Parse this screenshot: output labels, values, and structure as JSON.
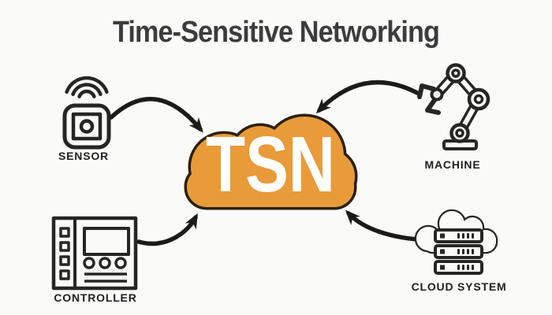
{
  "title": "Time-Sensitive Networking",
  "cloud": {
    "label": "TSN",
    "fill": "#E89B38",
    "stroke": "#2B2014"
  },
  "nodes": [
    {
      "id": "sensor",
      "label": "SENSOR"
    },
    {
      "id": "machine",
      "label": "MACHINE"
    },
    {
      "id": "controller",
      "label": "CONTROLLER"
    },
    {
      "id": "cloud_system",
      "label": "CLOUD SYSTEM"
    }
  ],
  "arrows": [
    {
      "from": "sensor",
      "to": "tsn"
    },
    {
      "from": "machine",
      "to": "tsn"
    },
    {
      "from": "controller",
      "to": "tsn"
    },
    {
      "from": "cloud_system",
      "to": "tsn"
    }
  ],
  "colors": {
    "background": "#FAFAF8",
    "arrow_line": "#1C1B19",
    "icon_stroke": "#262624",
    "title_text": "#3C3C3C",
    "label_text": "#1F1F1F",
    "cloud_text": "#FFFFFF"
  }
}
